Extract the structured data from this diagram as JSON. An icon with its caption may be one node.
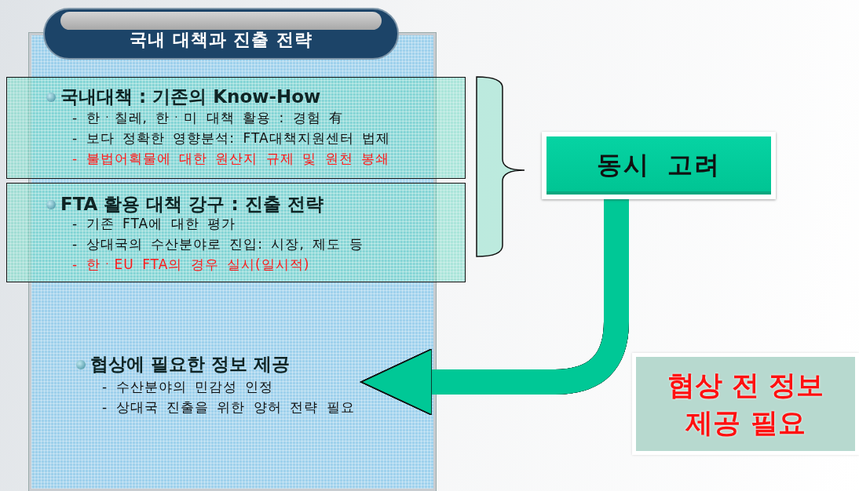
{
  "diagram": {
    "nodes": [
      {
        "text": [
          "국내 대책과 진출 전략"
        ]
      },
      {
        "text": [
          "국내대책 : 기존의 Know-How",
          "- 한ㆍ칠레, 한ㆍ미 대책 활용 : 경험 有",
          "- 보다 정확한 영향분석: FTA대책지원센터 법제",
          "- 불법어획물에 대한 원산지 규제 및 원천 봉쇄"
        ]
      },
      {
        "text": [
          "FTA 활용 대책 강구 : 진출 전략",
          "- 기존 FTA에 대한 평가",
          "- 상대국의 수산분야로 진입: 시장, 제도 등",
          "- 한ㆍEU FTA의 경우 실시(일시적)"
        ]
      },
      {
        "text": [
          "협상에 필요한 정보 제공",
          "- 수산분야의 민감성 인정",
          "- 상대국 진출을 위한 양허 전략 필요"
        ],
        "in": 0
      },
      {
        "text": [
          "동시 고려"
        ]
      },
      {
        "text": [
          "협상 전 정보 제공 필요"
        ]
      }
    ],
    "edges": [
      {
        "from": 4,
        "to": 3,
        "arrow": "to"
      }
    ]
  }
}
